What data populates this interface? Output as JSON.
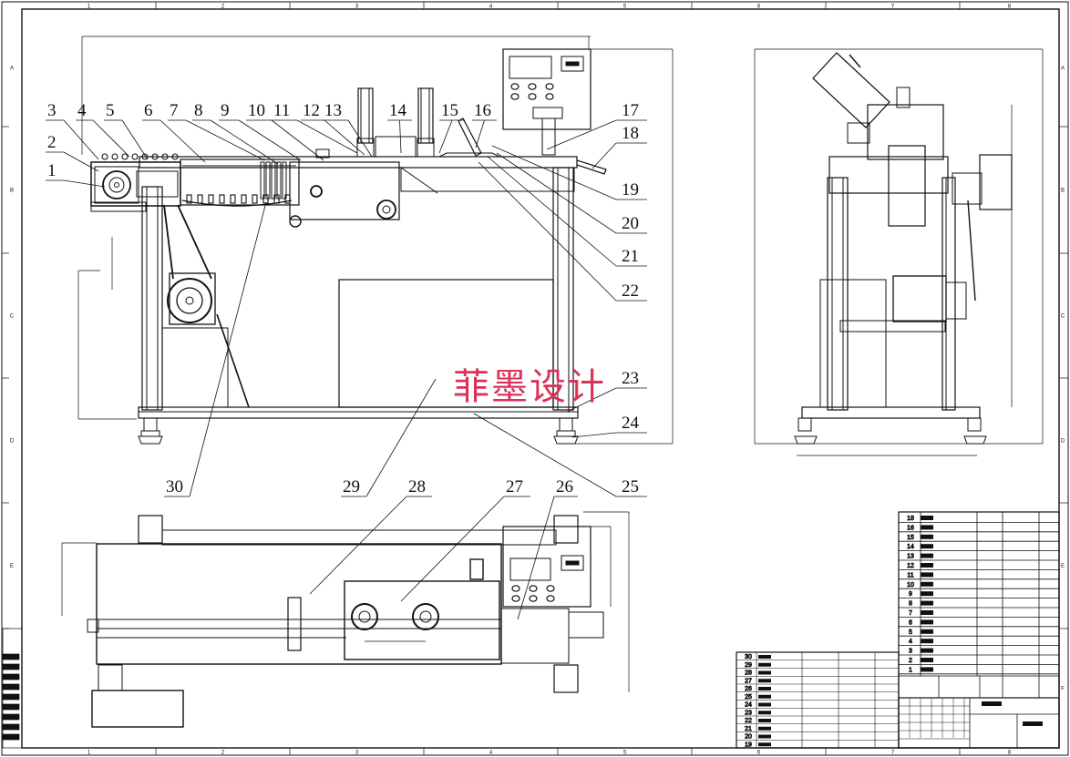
{
  "drawing": {
    "part_labels": [
      "1",
      "2",
      "3",
      "4",
      "5",
      "6",
      "7",
      "8",
      "9",
      "10",
      "11",
      "12",
      "13",
      "14",
      "15",
      "16",
      "17",
      "18",
      "19",
      "20",
      "21",
      "22",
      "23",
      "24",
      "25",
      "26",
      "27",
      "28",
      "29",
      "30"
    ],
    "watermark": "菲墨设计",
    "border_col_numbers": [
      "1",
      "2",
      "3",
      "4",
      "5",
      "6",
      "7",
      "8"
    ],
    "border_row_letters": [
      "A",
      "B",
      "C",
      "D",
      "E",
      "F"
    ],
    "bom_row_numbers": [
      "18",
      "16",
      "15",
      "14",
      "13",
      "12",
      "11",
      "10",
      "9",
      "8",
      "7",
      "6",
      "5",
      "4",
      "3",
      "2",
      "1"
    ],
    "lower_bom_row_numbers": [
      "30",
      "29",
      "28",
      "27",
      "26",
      "25",
      "24",
      "23",
      "22",
      "21",
      "20",
      "19"
    ],
    "control_panel_display": "",
    "colors": {
      "line": "#111111",
      "watermark": "#d9335a",
      "background": "#ffffff"
    }
  }
}
